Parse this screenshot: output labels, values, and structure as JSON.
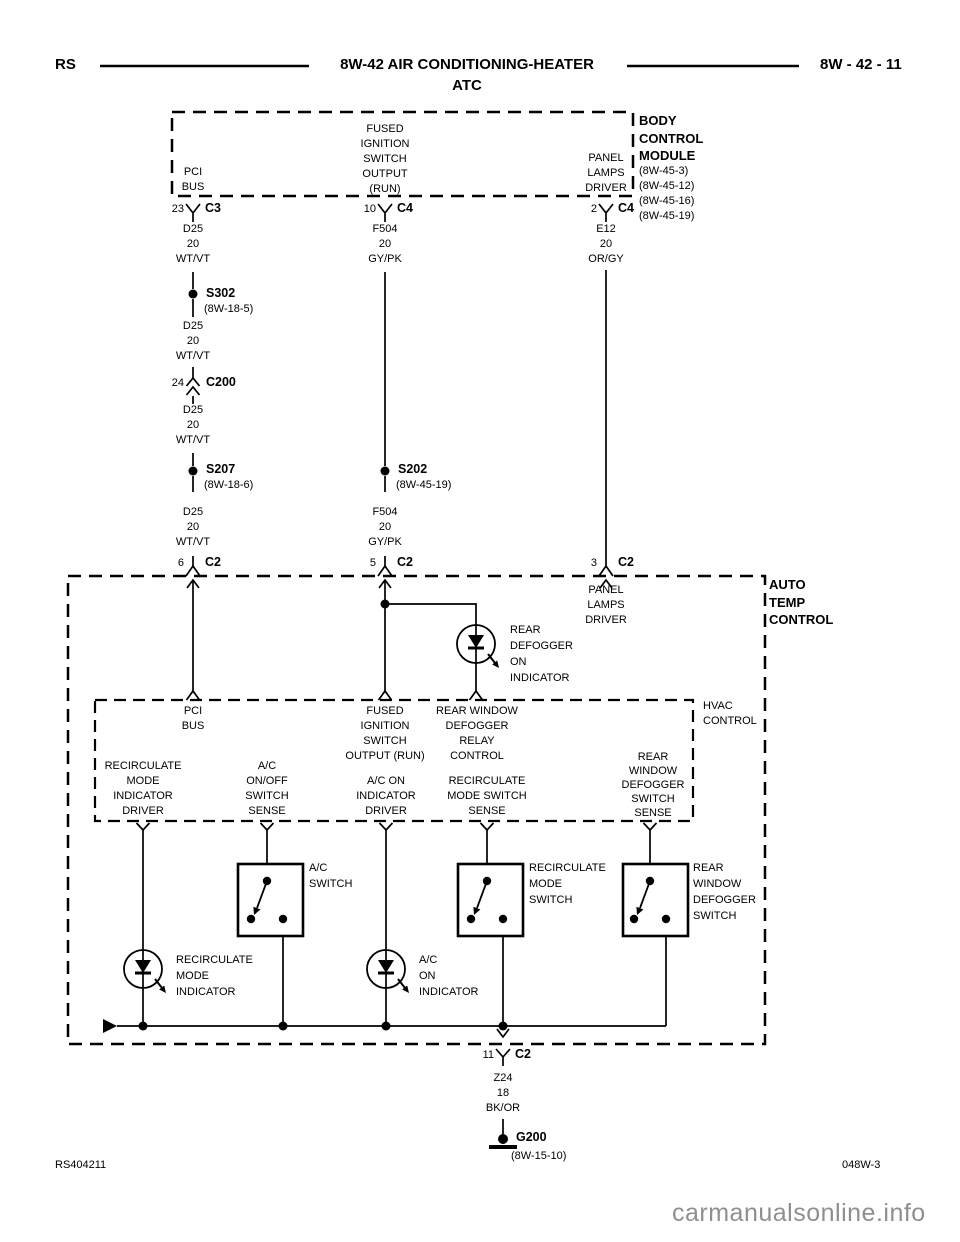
{
  "header": {
    "code": "RS",
    "title": "8W-42 AIR CONDITIONING-HEATER",
    "subtitle": "ATC",
    "page_number": "8W - 42 - 11"
  },
  "bcm": {
    "name": "BODY\nCONTROL\nMODULE",
    "refs": "(8W-45-3)\n(8W-45-12)\n(8W-45-16)\n(8W-45-19)",
    "pin_pci_bus": "PCI\nBUS",
    "pin_fused_ign": "FUSED\nIGNITION\nSWITCH\nOUTPUT\n(RUN)",
    "pin_panel_lamps": "PANEL\nLAMPS\nDRIVER"
  },
  "connectors": {
    "c3_23": {
      "pin": "23",
      "name": "C3"
    },
    "c4_10": {
      "pin": "10",
      "name": "C4"
    },
    "c4_2": {
      "pin": "2",
      "name": "C4"
    },
    "c200_24": {
      "pin": "24",
      "name": "C200"
    },
    "c2_6": {
      "pin": "6",
      "name": "C2"
    },
    "c2_5": {
      "pin": "5",
      "name": "C2"
    },
    "c2_3": {
      "pin": "3",
      "name": "C2"
    },
    "c2_11": {
      "pin": "11",
      "name": "C2"
    }
  },
  "wire_labels": {
    "d25": "D25\n20\nWT/VT",
    "f504": "F504\n20\nGY/PK",
    "e12": "E12\n20\nOR/GY",
    "z24": "Z24\n18\nBK/OR"
  },
  "splices": {
    "s302": {
      "name": "S302",
      "ref": "(8W-18-5)"
    },
    "s207": {
      "name": "S207",
      "ref": "(8W-18-6)"
    },
    "s202": {
      "name": "S202",
      "ref": "(8W-45-19)"
    }
  },
  "ground": {
    "g200": {
      "name": "G200",
      "ref": "(8W-15-10)"
    }
  },
  "atc": {
    "name": "AUTO\nTEMP\nCONTROL",
    "panel_lamps_driver": "PANEL\nLAMPS\nDRIVER",
    "rear_defogger_on_indicator": "REAR\nDEFOGGER\nON\nINDICATOR"
  },
  "hvac": {
    "name": "HVAC\nCONTROL",
    "pin_pci_bus": "PCI\nBUS",
    "pin_fused_ign": "FUSED\nIGNITION\nSWITCH\nOUTPUT (RUN)",
    "pin_rwd_relay_control": "REAR WINDOW\nDEFOGGER\nRELAY\nCONTROL",
    "pin_rwd_switch_sense": "REAR\nWINDOW\nDEFOGGER\nSWITCH\nSENSE",
    "pin_recirc_indicator_driver": "RECIRCULATE\nMODE\nINDICATOR\nDRIVER",
    "pin_ac_onoff_switch_sense": "A/C\nON/OFF\nSWITCH\nSENSE",
    "pin_ac_on_indicator_driver": "A/C ON\nINDICATOR\nDRIVER",
    "pin_recirc_switch_sense": "RECIRCULATE\nMODE SWITCH\nSENSE"
  },
  "switches": {
    "ac": "A/C\nSWITCH",
    "recirc": "RECIRCULATE\nMODE\nSWITCH",
    "rear_defogger": "REAR\nWINDOW\nDEFOGGER\nSWITCH"
  },
  "indicators": {
    "recirc_mode": "RECIRCULATE\nMODE\nINDICATOR",
    "ac_on": "A/C\nON\nINDICATOR"
  },
  "footer": {
    "left": "RS404211",
    "right": "048W-3",
    "watermark": "carmanualsonline.info"
  },
  "colors": {
    "ink": "#000000",
    "watermark_gray": "#8f8f8f",
    "background": "#ffffff"
  }
}
